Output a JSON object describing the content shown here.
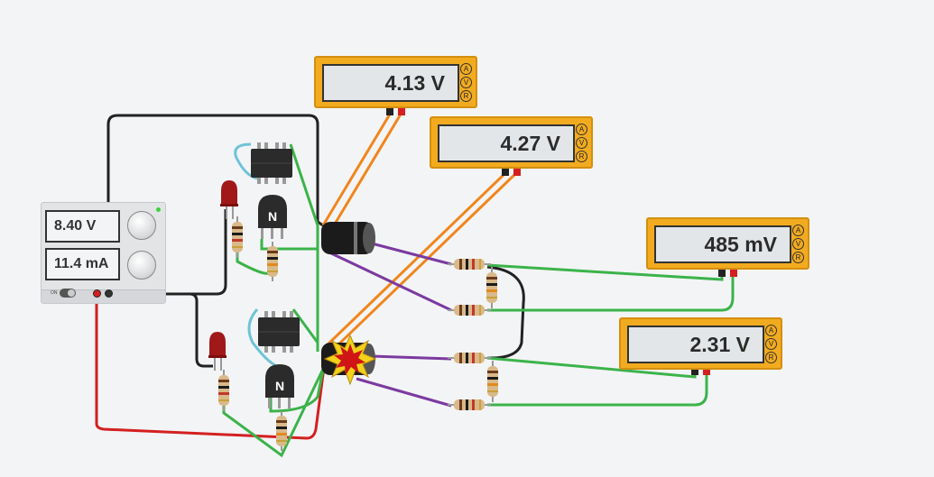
{
  "power_supply": {
    "voltage_display": "8.40 V",
    "current_display": "11.4 mA",
    "on_off_label": "ON",
    "led_color": "#3cd43c"
  },
  "multimeters": [
    {
      "id": "meter-1",
      "reading": "4.13 V",
      "modes": [
        "A",
        "V",
        "R"
      ]
    },
    {
      "id": "meter-2",
      "reading": "4.27 V",
      "modes": [
        "A",
        "V",
        "R"
      ]
    },
    {
      "id": "meter-3",
      "reading": "485 mV",
      "modes": [
        "A",
        "V",
        "R"
      ]
    },
    {
      "id": "meter-4",
      "reading": "2.31 V",
      "modes": [
        "A",
        "V",
        "R"
      ]
    }
  ],
  "transistors": [
    {
      "id": "transistor-1",
      "label": "N"
    },
    {
      "id": "transistor-2",
      "label": "N"
    }
  ],
  "colors": {
    "background": "#f3f4f6",
    "meter_body": "#f2ab1f",
    "wire_black": "#222222",
    "wire_red": "#d42020",
    "wire_green": "#3bb34a",
    "wire_orange": "#f0861d",
    "wire_purple": "#7b3aa0",
    "wire_cyan": "#6ec3d6",
    "led": "#a01818"
  }
}
